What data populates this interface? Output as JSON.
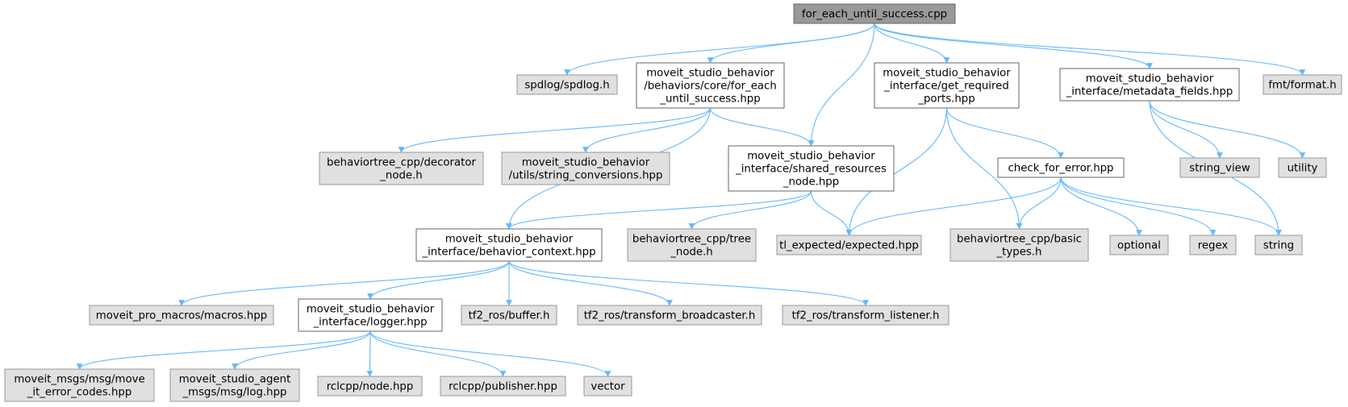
{
  "graph": {
    "root": "for_each_until_success.cpp",
    "colors": {
      "root_fill": "#999999",
      "local_fill": "#ffffff",
      "external_fill": "#e0e0e0",
      "edge": "#63b8ff"
    },
    "nodes": [
      {
        "id": "root",
        "kind": "root",
        "lines": [
          "for_each_until_success.cpp"
        ]
      },
      {
        "id": "spdlog",
        "kind": "ext",
        "lines": [
          "spdlog/spdlog.h"
        ]
      },
      {
        "id": "feus_hpp",
        "kind": "local",
        "lines": [
          "moveit_studio_behavior",
          "/behaviors/core/for_each",
          "_until_success.hpp"
        ]
      },
      {
        "id": "get_req",
        "kind": "local",
        "lines": [
          "moveit_studio_behavior",
          "_interface/get_required",
          "_ports.hpp"
        ]
      },
      {
        "id": "metadata",
        "kind": "local",
        "lines": [
          "moveit_studio_behavior",
          "_interface/metadata_fields.hpp"
        ]
      },
      {
        "id": "fmt",
        "kind": "ext",
        "lines": [
          "fmt/format.h"
        ]
      },
      {
        "id": "decorator",
        "kind": "ext",
        "lines": [
          "behaviortree_cpp/decorator",
          "_node.h"
        ]
      },
      {
        "id": "string_conv",
        "kind": "ext",
        "lines": [
          "moveit_studio_behavior",
          "/utils/string_conversions.hpp"
        ]
      },
      {
        "id": "shared",
        "kind": "local",
        "lines": [
          "moveit_studio_behavior",
          "_interface/shared_resources",
          "_node.hpp"
        ]
      },
      {
        "id": "check_err",
        "kind": "local",
        "lines": [
          "check_for_error.hpp"
        ]
      },
      {
        "id": "string_view",
        "kind": "ext",
        "lines": [
          "string_view"
        ]
      },
      {
        "id": "utility",
        "kind": "ext",
        "lines": [
          "utility"
        ]
      },
      {
        "id": "behavior_ctx",
        "kind": "local",
        "lines": [
          "moveit_studio_behavior",
          "_interface/behavior_context.hpp"
        ]
      },
      {
        "id": "tree_node",
        "kind": "ext",
        "lines": [
          "behaviortree_cpp/tree",
          "_node.h"
        ]
      },
      {
        "id": "tl_expected",
        "kind": "ext",
        "lines": [
          "tl_expected/expected.hpp"
        ]
      },
      {
        "id": "basic_types",
        "kind": "ext",
        "lines": [
          "behaviortree_cpp/basic",
          "_types.h"
        ]
      },
      {
        "id": "optional",
        "kind": "ext",
        "lines": [
          "optional"
        ]
      },
      {
        "id": "regex",
        "kind": "ext",
        "lines": [
          "regex"
        ]
      },
      {
        "id": "string",
        "kind": "ext",
        "lines": [
          "string"
        ]
      },
      {
        "id": "macros",
        "kind": "ext",
        "lines": [
          "moveit_pro_macros/macros.hpp"
        ]
      },
      {
        "id": "logger",
        "kind": "local",
        "lines": [
          "moveit_studio_behavior",
          "_interface/logger.hpp"
        ]
      },
      {
        "id": "tf2_buffer",
        "kind": "ext",
        "lines": [
          "tf2_ros/buffer.h"
        ]
      },
      {
        "id": "tf2_bcast",
        "kind": "ext",
        "lines": [
          "tf2_ros/transform_broadcaster.h"
        ]
      },
      {
        "id": "tf2_listen",
        "kind": "ext",
        "lines": [
          "tf2_ros/transform_listener.h"
        ]
      },
      {
        "id": "move_it_err",
        "kind": "ext",
        "lines": [
          "moveit_msgs/msg/move",
          "_it_error_codes.hpp"
        ]
      },
      {
        "id": "agent_log",
        "kind": "ext",
        "lines": [
          "moveit_studio_agent",
          "_msgs/msg/log.hpp"
        ]
      },
      {
        "id": "rclcpp_node",
        "kind": "ext",
        "lines": [
          "rclcpp/node.hpp"
        ]
      },
      {
        "id": "rclcpp_pub",
        "kind": "ext",
        "lines": [
          "rclcpp/publisher.hpp"
        ]
      },
      {
        "id": "vector",
        "kind": "ext",
        "lines": [
          "vector"
        ]
      }
    ],
    "edges": [
      [
        "root",
        "spdlog"
      ],
      [
        "root",
        "feus_hpp"
      ],
      [
        "root",
        "shared"
      ],
      [
        "root",
        "get_req"
      ],
      [
        "root",
        "metadata"
      ],
      [
        "root",
        "fmt"
      ],
      [
        "feus_hpp",
        "decorator"
      ],
      [
        "feus_hpp",
        "string_conv"
      ],
      [
        "feus_hpp",
        "shared"
      ],
      [
        "feus_hpp",
        "behavior_ctx"
      ],
      [
        "shared",
        "behavior_ctx"
      ],
      [
        "shared",
        "tree_node"
      ],
      [
        "shared",
        "tl_expected"
      ],
      [
        "get_req",
        "tl_expected"
      ],
      [
        "get_req",
        "basic_types"
      ],
      [
        "get_req",
        "check_err"
      ],
      [
        "metadata",
        "string_view"
      ],
      [
        "metadata",
        "utility"
      ],
      [
        "metadata",
        "string"
      ],
      [
        "check_err",
        "tl_expected"
      ],
      [
        "check_err",
        "basic_types"
      ],
      [
        "check_err",
        "optional"
      ],
      [
        "check_err",
        "regex"
      ],
      [
        "check_err",
        "string"
      ],
      [
        "behavior_ctx",
        "macros"
      ],
      [
        "behavior_ctx",
        "logger"
      ],
      [
        "behavior_ctx",
        "tf2_buffer"
      ],
      [
        "behavior_ctx",
        "tf2_bcast"
      ],
      [
        "behavior_ctx",
        "tf2_listen"
      ],
      [
        "logger",
        "move_it_err"
      ],
      [
        "logger",
        "agent_log"
      ],
      [
        "logger",
        "rclcpp_node"
      ],
      [
        "logger",
        "rclcpp_pub"
      ],
      [
        "logger",
        "vector"
      ]
    ]
  }
}
